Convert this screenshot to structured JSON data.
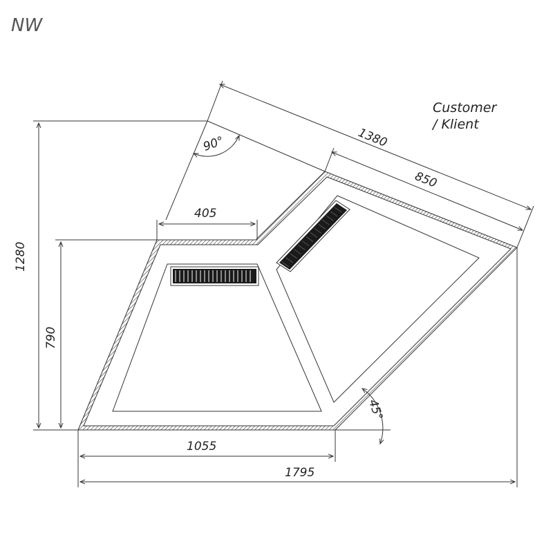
{
  "title": "NW",
  "customer_label_1": "Customer",
  "customer_label_2": "/ Klient",
  "dimensions": {
    "total_depth": "1280",
    "inner_depth": "790",
    "front_width": "1055",
    "total_width": "1795",
    "diagonal_length": "1380",
    "diagonal_inner": "850",
    "top_straight": "405",
    "angle_top": "90°",
    "angle_bottom": "45°"
  },
  "colors": {
    "line": "#333333",
    "grille": "#1a1a1a"
  }
}
